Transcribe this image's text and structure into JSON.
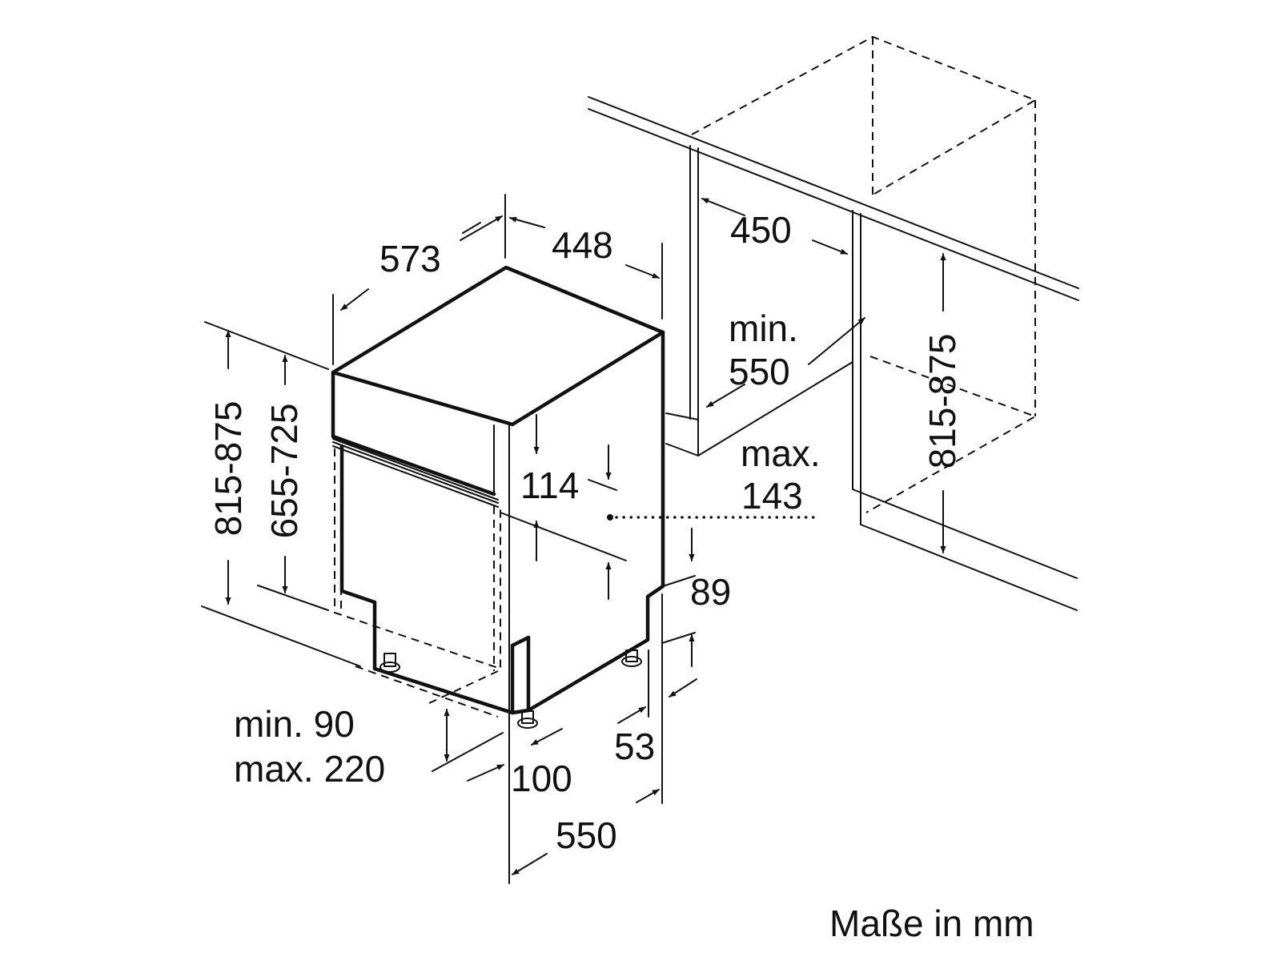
{
  "dimensions": {
    "width_top": "448",
    "depth_top": "573",
    "height_outer": "815-875",
    "height_inner": "655-725",
    "panel_114": "114",
    "recess_depth": "450",
    "niche_depth_min_label": "min.",
    "niche_depth_min_value": "550",
    "niche_height": "815-875",
    "offset_max_label": "max.",
    "offset_max_value": "143",
    "kick_89": "89",
    "kick_53": "53",
    "base_min": "min. 90",
    "base_max": "max. 220",
    "foot_100": "100",
    "depth_bottom": "550"
  },
  "footer": {
    "units_note": "Maße in mm"
  }
}
